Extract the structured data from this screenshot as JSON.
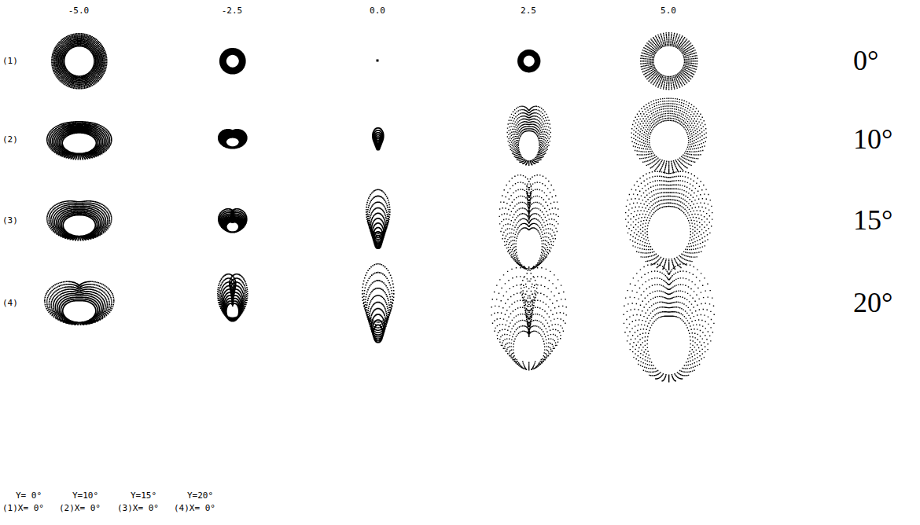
{
  "diagram": {
    "labels": [
      "-5.0",
      "-2.5",
      "0.0",
      "2.5",
      "5.0",
      "(1)",
      "(2)",
      "(3)",
      "(4)",
      "0°",
      "10°",
      "15°",
      "20°",
      "Y= 0°",
      "Y=10°",
      "Y=15°",
      "Y=20°",
      "(1)X= 0°",
      "(2)X= 0°",
      "(3)X= 0°",
      "(4)X= 0°"
    ]
  }
}
